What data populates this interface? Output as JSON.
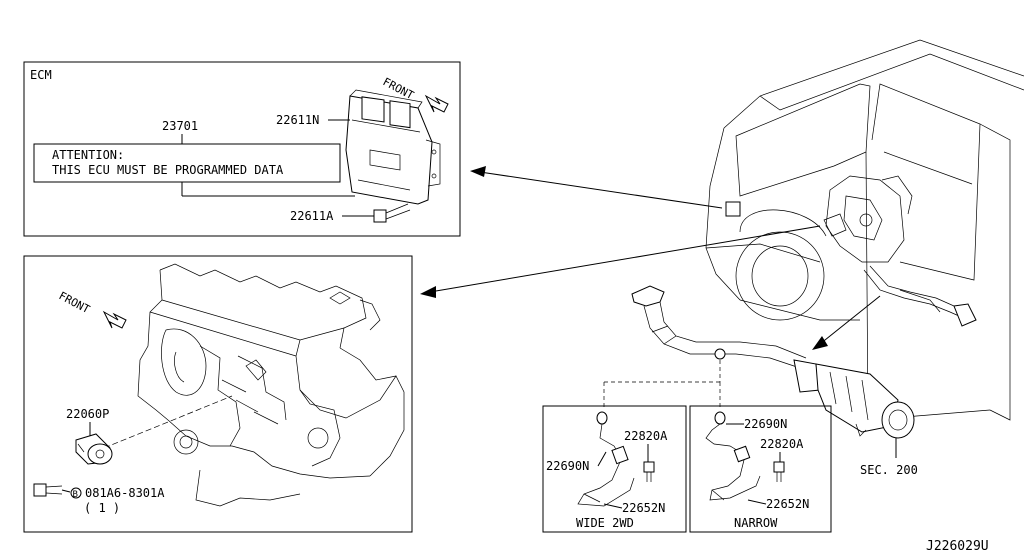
{
  "diagram": {
    "ecm_panel": {
      "title": "ECM",
      "part_ecm": "23701",
      "part_connector": "22611N",
      "part_bolt": "22611A",
      "attention_line1": "ATTENTION:",
      "attention_line2": "THIS ECU MUST BE PROGRAMMED DATA",
      "front_label": "FRONT"
    },
    "engine_panel": {
      "front_label": "FRONT",
      "part_knock_sensor": "22060P",
      "bolt_ref_code": "081A6-8301A",
      "bolt_ref_circle": "B",
      "bolt_ref_qty": "( 1 )"
    },
    "wide_panel": {
      "caption": "WIDE 2WD",
      "part_sensor": "22690N",
      "part_bolt": "22820A",
      "part_bracket": "22652N"
    },
    "narrow_panel": {
      "caption": "NARROW",
      "part_sensor": "22690N",
      "part_bolt": "22820A",
      "part_bracket": "22652N"
    },
    "exhaust": {
      "section_ref": "SEC. 200"
    },
    "diagram_code": "J226029U"
  }
}
